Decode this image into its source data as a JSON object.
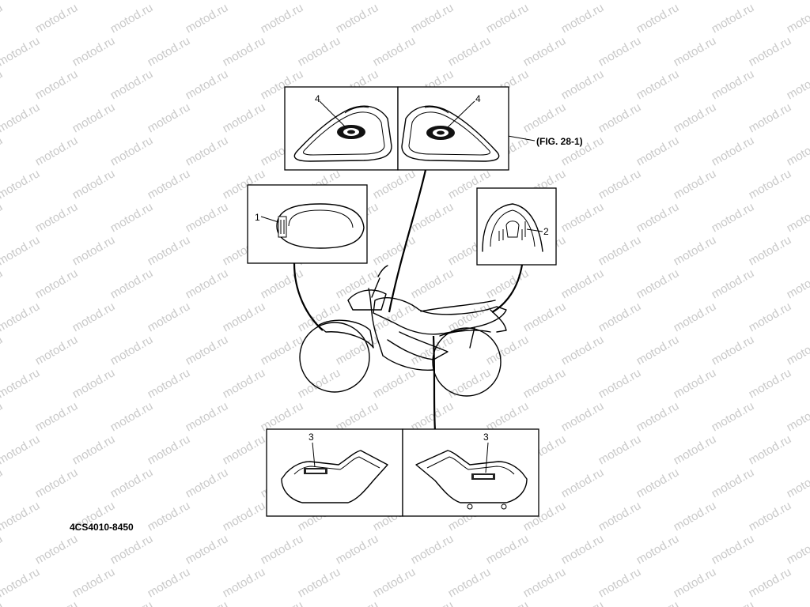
{
  "watermark": {
    "text": "motod.ru"
  },
  "labels": {
    "fig_ref": "(FIG. 28-1)",
    "part_code": "4CS4010-8450",
    "callout_1": "1",
    "callout_2": "2",
    "callout_3_left": "3",
    "callout_3_right": "3",
    "callout_4_left": "4",
    "callout_4_right": "4"
  },
  "icons": {
    "motorcycle": "motorcycle-outline-icon",
    "tank_emblem": "yamaha-tank-emblem-icon",
    "seat": "seat-decal-icon",
    "rear_fender": "rear-fender-decal-icon",
    "side_cover": "side-cover-emblem-icon"
  }
}
